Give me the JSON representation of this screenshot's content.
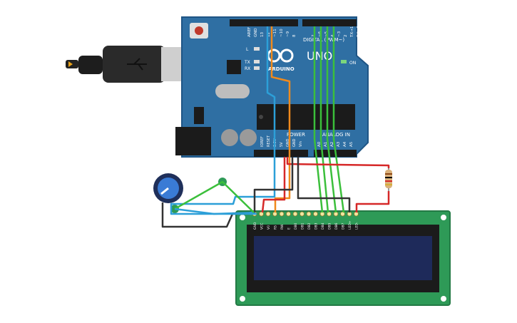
{
  "board": {
    "brand": "ARDUINO",
    "model": "UNO",
    "on_label": "ON",
    "l_label": "L",
    "tx_label": "TX",
    "rx_label": "RX",
    "digital_label": "DIGITAL (PWM~)",
    "power_label": "POWER",
    "analog_label": "ANALOG IN",
    "top_pins": [
      "AREF",
      "GND",
      "13",
      "12",
      "~11",
      "~10",
      "~9",
      "8",
      "7",
      "~6",
      "~5",
      "4",
      "~3",
      "2",
      "TX→1",
      "RX←0"
    ],
    "power_pins": [
      "IOREF",
      "RESET",
      "3.3V",
      "5V",
      "GND",
      "GND",
      "Vin"
    ],
    "analog_pins": [
      "A0",
      "A1",
      "A2",
      "A3",
      "A4",
      "A5"
    ]
  },
  "lcd": {
    "pins": [
      "GND",
      "VCC",
      "V0",
      "RS",
      "RW",
      "E",
      "DB0",
      "DB1",
      "DB2",
      "DB3",
      "DB4",
      "DB5",
      "DB6",
      "DB7",
      "LED+",
      "LED-"
    ]
  },
  "colors": {
    "board": "#2f6fa3",
    "board_dark": "#1f5585",
    "lcd_pcb": "#2e9a57",
    "lcd_screen": "#1e2a5a",
    "wire_green": "#3bbf3b",
    "wire_blue": "#2c9fd8",
    "wire_orange": "#f08a1c",
    "wire_red": "#d62828",
    "wire_black": "#333333"
  }
}
